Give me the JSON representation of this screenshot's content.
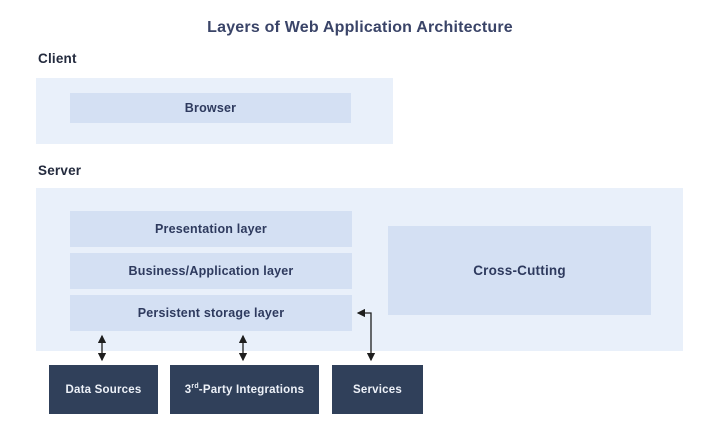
{
  "diagram": {
    "title": "Layers of Web Application Architecture",
    "client": {
      "label": "Client",
      "browser_label": "Browser"
    },
    "server": {
      "label": "Server",
      "layers": [
        "Presentation layer",
        "Business/Application layer",
        "Persistent storage layer"
      ],
      "cross_cutting_label": "Cross-Cutting"
    },
    "external": {
      "data_sources_label": "Data Sources",
      "third_party": {
        "prefix": "3",
        "sup": "rd",
        "suffix": "-Party Integrations"
      },
      "services_label": "Services"
    },
    "colors": {
      "container_bg": "#e9f0fa",
      "box_bg": "#d4e0f3",
      "dark_box_bg": "#30405a",
      "title_text": "#3a4468",
      "label_text": "#242b3e",
      "box_text": "#2e3a5e",
      "dark_box_text": "#edf1f8",
      "arrow": "#1e1e1e",
      "page_bg": "#ffffff"
    }
  }
}
